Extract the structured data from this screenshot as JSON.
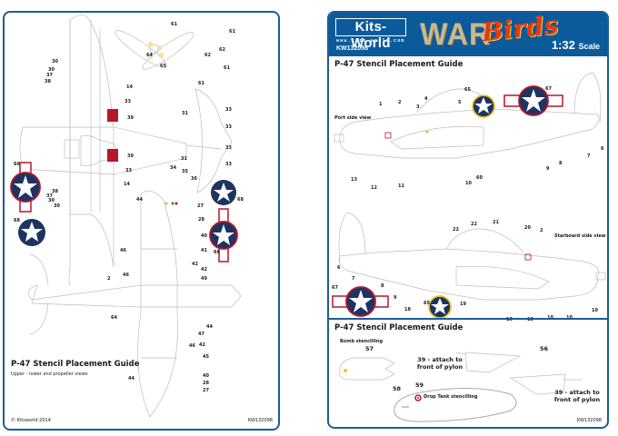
{
  "left_sheet": {
    "title": "P-47 Stencil Placement Guide",
    "subtitle": "Upper - lower and propeller views",
    "copyright": "© Kitsworld 2014",
    "code": "KW132098",
    "propeller_labels": [
      "61",
      "61",
      "62",
      "62",
      "64",
      "65",
      "61",
      "61"
    ],
    "wing_labels": [
      "30",
      "30",
      "37",
      "38",
      "14",
      "33",
      "39",
      "39",
      "33",
      "14",
      "38",
      "37",
      "30",
      "30"
    ],
    "tail_labels": [
      "31",
      "31",
      "33",
      "33",
      "33",
      "33"
    ],
    "lower_labels": [
      "34",
      "35",
      "36",
      "27",
      "28",
      "40",
      "41",
      "42",
      "42",
      "49",
      "44",
      "46",
      "46",
      "2",
      "64",
      "44",
      "47",
      "42",
      "46",
      "45",
      "40",
      "28",
      "27",
      "44"
    ],
    "insignia_labels": [
      "66",
      "68",
      "68",
      "66"
    ]
  },
  "right_sheet": {
    "brand": "Kits-World",
    "url": "www.kits-world.com",
    "code": "KW132098",
    "logo_war": "WAR",
    "logo_birds": "Birds",
    "scale": "1:32",
    "scale_word": "Scale",
    "section1_title": "P-47 Stencil Placement Guide",
    "port_view_label": "Port side view",
    "port_labels": [
      "1",
      "2",
      "3",
      "4",
      "5",
      "65",
      "67",
      "6",
      "7",
      "8",
      "9",
      "10",
      "60",
      "11",
      "12",
      "13"
    ],
    "starboard_view_label": "Starboard side view",
    "starboard_labels": [
      "22",
      "22",
      "21",
      "20",
      "2",
      "6",
      "7",
      "8",
      "9",
      "18",
      "67",
      "65",
      "19",
      "10",
      "10",
      "10",
      "10",
      "10"
    ],
    "section2_title": "P-47 Stencil Placement Guide",
    "bomb_label": "Bomb stencilling",
    "bomb_number": "57",
    "pylon_note_1": "39 - attach to front of pylon",
    "pylon_note_2": "39 - attach to front of pylon",
    "pylon_number": "56",
    "drop_tank_label": "Drop Tank stencilling",
    "drop_tank_numbers": [
      "58",
      "59"
    ],
    "footer_code": "KW132098"
  },
  "colors": {
    "brand_blue": "#0b5b9b",
    "border_blue": "#1d5c96",
    "insignia_blue": "#1d3461",
    "insignia_red": "#b5172c",
    "insignia_yellow": "#f2c12e",
    "logo_red": "#e63a12",
    "line_gray": "#b8b8b8"
  }
}
